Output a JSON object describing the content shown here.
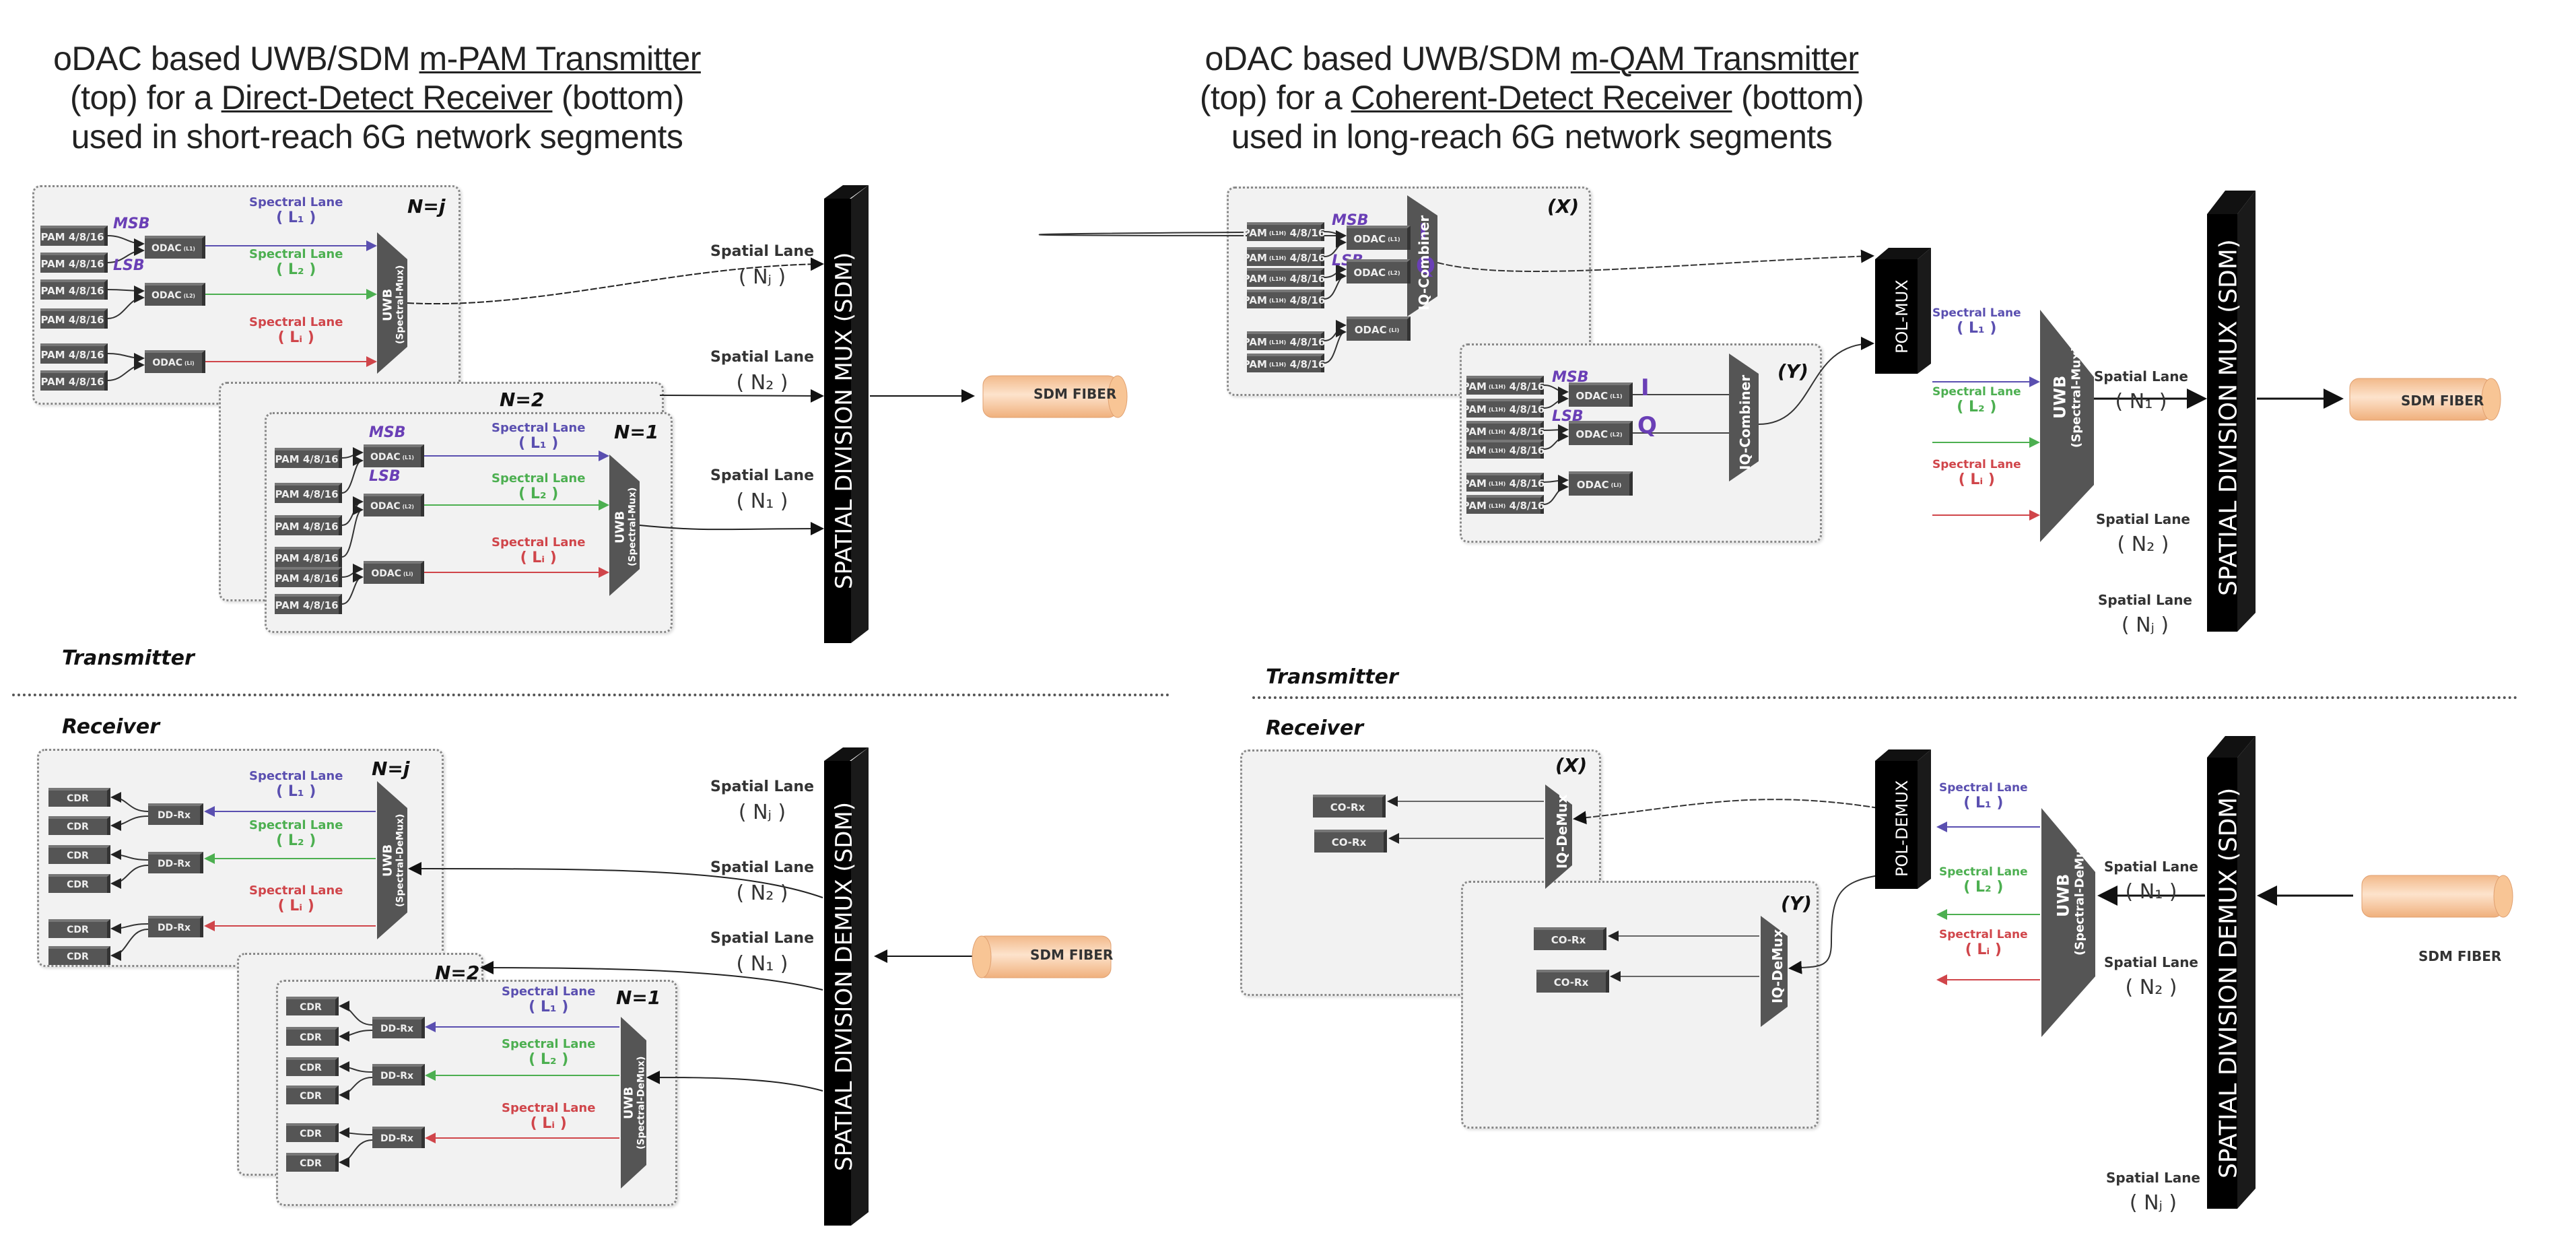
{
  "titles": {
    "left": {
      "pre": "oDAC based UWB/SDM ",
      "u1": "m-PAM Transmitter",
      "line2_pre": "(top) for a ",
      "u2": "Direct-Detect Receiver",
      "line2_post": " (bottom)",
      "line3": "used in short-reach 6G network segments"
    },
    "right": {
      "pre": "oDAC based UWB/SDM ",
      "u1": "m-QAM Transmitter",
      "line2_pre": "(top) for a ",
      "u2": "Coherent-Detect Receiver",
      "line2_post": " (bottom)",
      "line3": "used in long-reach 6G network segments"
    }
  },
  "sections": {
    "transmitter": "Transmitter",
    "receiver": "Receiver"
  },
  "panels": {
    "n_j": "N=j",
    "n_2": "N=2",
    "n_1": "N=1",
    "x": "(X)",
    "y": "(Y)"
  },
  "blocks": {
    "pam": "PAM 4/8/16",
    "pam_coh_prefix": "PAM",
    "pam_coh_suffix": "4/8/16",
    "pam_sup": "(L1H)",
    "odac": "ODAC",
    "odac_sup": "(L1)",
    "odac_sup2": "(L2)",
    "odac_supi": "(Li)",
    "cdr": "CDR",
    "dd_rx": "DD-Rx",
    "co_rx": "CO-Rx",
    "msb": "MSB",
    "lsb": "LSB",
    "i": "I",
    "q": "Q"
  },
  "mux": {
    "uwb": "UWB",
    "spectral_mux": "(Spectral-Mux)",
    "spectral_demux": "(Spectral-DeMux)",
    "iq_combiner": "IQ-Combiner",
    "iq_demux": "IQ-DeMux",
    "pol_mux": "POL-MUX",
    "pol_demux": "POL-DEMUX",
    "sdm_mux": "SPATIAL DIVISION  MUX (SDM)",
    "sdm_demux": "SPATIAL DIVISION  DEMUX (SDM)",
    "fiber": "SDM FIBER"
  },
  "lanes": {
    "spectral": "Spectral Lane",
    "l1": "( L₁ )",
    "l2": "( L₂ )",
    "li": "( Lᵢ )",
    "spatial": "Spatial Lane",
    "n1": "( N₁ )",
    "n2": "( N₂ )",
    "nj": "( Nⱼ )"
  },
  "colors": {
    "lane1": "#5a4fb0",
    "lane2": "#4caf50",
    "lanei": "#d0454a",
    "block": "#555555",
    "sdm": "#000000",
    "fiber": "#f6c59a"
  }
}
